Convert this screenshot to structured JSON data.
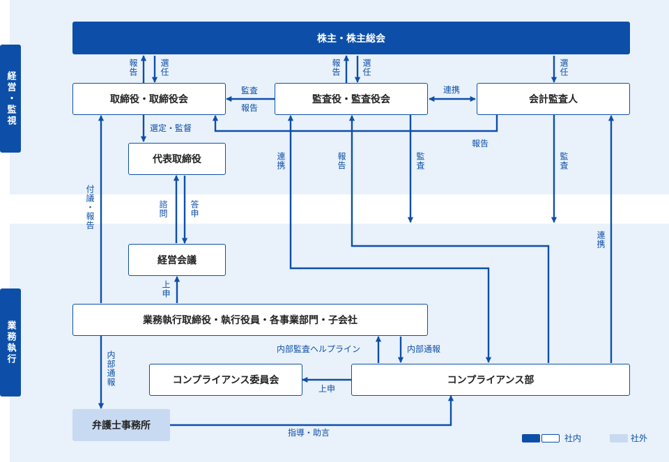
{
  "sections": {
    "governance": "経営・監視",
    "execution": "業務執行"
  },
  "nodes": {
    "shareholders": "株主・株主総会",
    "board": "取締役・取締役会",
    "auditors": "監査役・監査役会",
    "accounting_auditor": "会計監査人",
    "ceo": "代表取締役",
    "mgmt_meeting": "経営会議",
    "business_execution": "業務執行取締役・執行役員・各事業部門・子会社",
    "compliance_committee": "コンプライアンス委員会",
    "compliance_dept": "コンプライアンス部",
    "law_firm": "弁護士事務所"
  },
  "labels": {
    "report": "報告",
    "elect": "選任",
    "audit": "監査",
    "cooperate": "連携",
    "appoint_supervise": "選定・監督",
    "consult": "諮問",
    "answer": "答申",
    "submit_report": "付議・報告",
    "propose": "上申",
    "internal_report": "内部通報",
    "helpline": "内部監査ヘルプライン",
    "guidance": "指導・助言"
  },
  "legend": {
    "internal": "社内",
    "external": "社外"
  },
  "colors": {
    "primary": "#0d4fa8",
    "zone_bg": "#e9f1fa",
    "external_bg": "#c8daf1"
  }
}
